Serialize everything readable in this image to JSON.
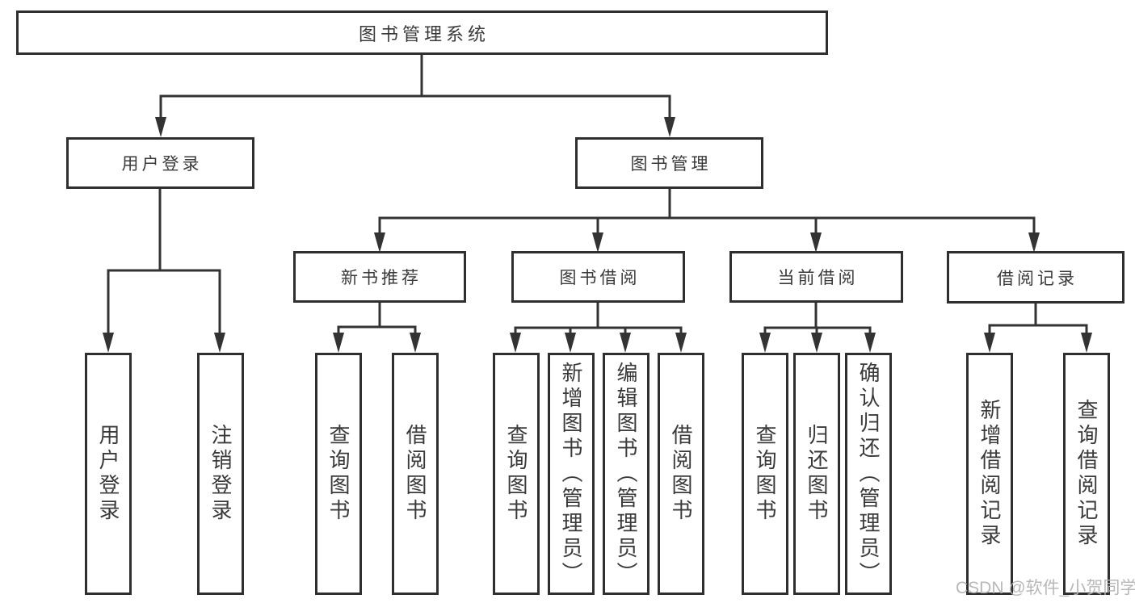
{
  "diagram": {
    "root": {
      "label": "图书管理系统"
    },
    "level2": {
      "user_login": {
        "label": "用户登录"
      },
      "book_mgmt": {
        "label": "图书管理"
      }
    },
    "level3": {
      "new_book_rec": {
        "label": "新书推荐"
      },
      "book_borrow": {
        "label": "图书借阅"
      },
      "current_borrow": {
        "label": "当前借阅"
      },
      "borrow_records": {
        "label": "借阅记录"
      }
    },
    "leaves": {
      "user_login": {
        "label": "用户登录"
      },
      "logout": {
        "label": "注销登录"
      },
      "rec_query_books": {
        "label": "查询图书"
      },
      "rec_borrow_books": {
        "label": "借阅图书"
      },
      "bb_query_books": {
        "label": "查询图书"
      },
      "bb_add_book": {
        "label": "新增图书（管理员）"
      },
      "bb_edit_book": {
        "label": "编辑图书（管理员）"
      },
      "bb_borrow_books": {
        "label": "借阅图书"
      },
      "cb_query_books": {
        "label": "查询图书"
      },
      "cb_return_book": {
        "label": "归还图书"
      },
      "cb_confirm_return": {
        "label": "确认归还（管理员）"
      },
      "br_add_record": {
        "label": "新增借阅记录"
      },
      "br_query_record": {
        "label": "查询借阅记录"
      }
    }
  },
  "watermark": {
    "text": "CSDN @软件_小贺同学"
  },
  "colors": {
    "line": "#333333",
    "box_border": "#2f2f2f",
    "text": "#3a3a3a",
    "watermark": "#b5b5b5",
    "background": "#ffffff"
  }
}
